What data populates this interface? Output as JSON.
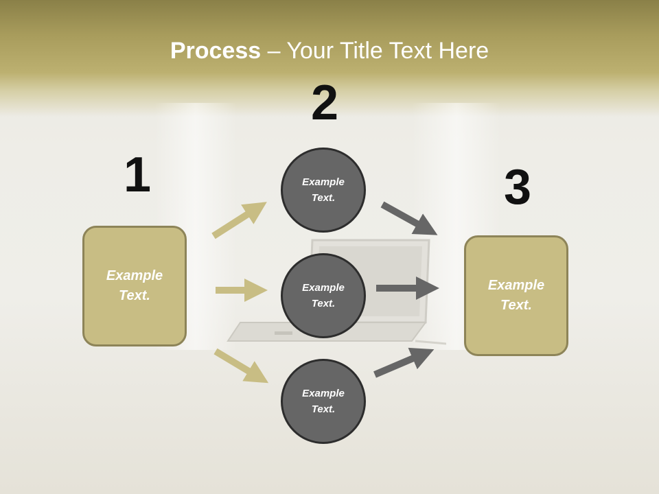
{
  "title": {
    "bold": "Process",
    "rest": " – Your Title Text Here"
  },
  "steps": {
    "one": "1",
    "two": "2",
    "three": "3"
  },
  "nodes": {
    "left_box": [
      "Example",
      "Text."
    ],
    "circle_top": [
      "Example",
      "Text."
    ],
    "circle_middle": [
      "Example",
      "Text."
    ],
    "circle_bottom": [
      "Example",
      "Text."
    ],
    "right_box": [
      "Example",
      "Text."
    ]
  },
  "colors": {
    "box_fill": "#c8bd84",
    "box_border": "#8d8458",
    "circle_fill": "#666666",
    "circle_border": "#2d2d2d",
    "arrow_gold": "#c8bd84",
    "arrow_gray": "#666666",
    "header_band": "#bcb070"
  }
}
